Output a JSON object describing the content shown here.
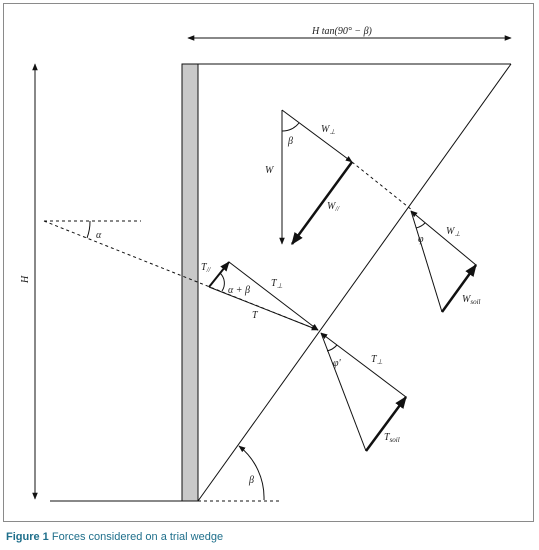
{
  "caption": {
    "figure_label": "Figure 1",
    "text": "Forces considered on a trial wedge"
  },
  "labels": {
    "span_top": "H tan(90° − β)",
    "height": "H",
    "alpha": "α",
    "beta_top": "β",
    "beta_base": "β",
    "W": "W",
    "W_perp_top": "W",
    "W_par": "W",
    "phi": "φ",
    "W_perp_right": "W",
    "W_soil": "W",
    "T_par": "T",
    "alpha_plus_beta": "α + β",
    "T_perp": "T",
    "T": "T",
    "phi_prime": "φ'",
    "T_perp_lower": "T",
    "T_soil": "T"
  },
  "subscripts": {
    "perp": "⊥",
    "parallel": "//",
    "soil": "soil"
  },
  "colors": {
    "line": "#111111",
    "wall_fill": "#c9c9c9",
    "caption": "#1f6f8b",
    "frame": "#8a8a8a"
  }
}
